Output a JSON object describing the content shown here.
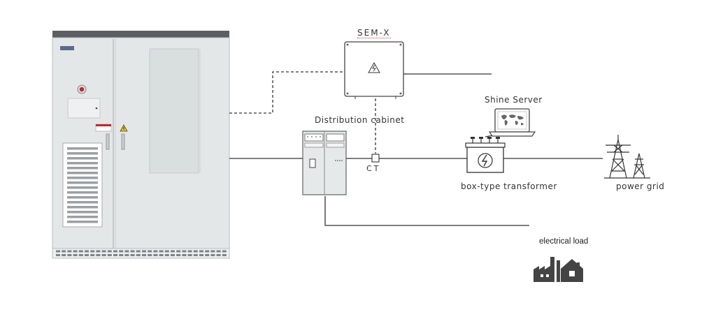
{
  "labels": {
    "sem_x": "SEM-X",
    "shine_server": "Shine Server",
    "distribution_cabinet": "Distribution cabinet",
    "ct": "CT",
    "box_transformer": "box-type transformer",
    "power_grid": "power grid",
    "electrical_load": "electrical load"
  },
  "colors": {
    "line": "#333333",
    "cabinet_body": "#e3e7e8",
    "cabinet_top": "#5b5e63",
    "accent_red": "#c8242b",
    "warning_yellow": "#f2c200"
  }
}
